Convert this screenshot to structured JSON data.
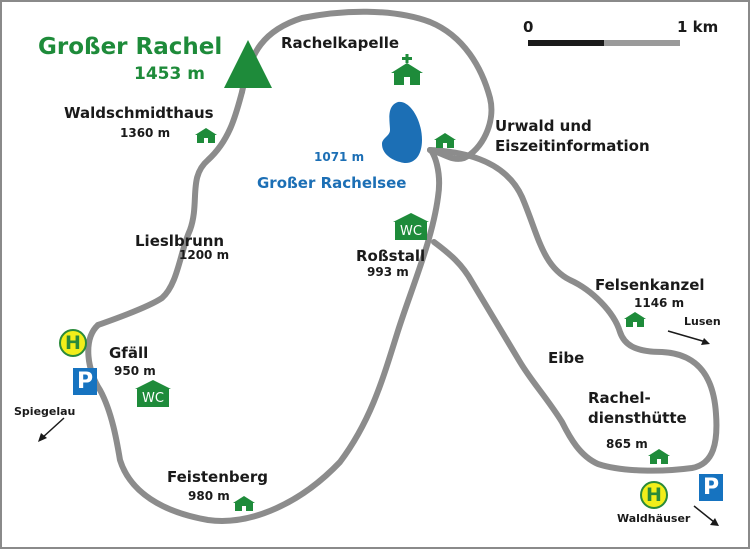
{
  "peak": {
    "name": "Großer Rachel",
    "elevation": "1453 m"
  },
  "scale": {
    "start": "0",
    "end": "1 km"
  },
  "places": {
    "rachelkapelle": {
      "name": "Rachelkapelle"
    },
    "waldschmidthaus": {
      "name": "Waldschmidthaus",
      "elevation": "1360 m"
    },
    "lake": {
      "name": "Großer Rachelsee",
      "elevation": "1071 m"
    },
    "urwald": {
      "line1": "Urwald und",
      "line2": "Eiszeitinformation"
    },
    "lieslbrunn": {
      "name": "Lieslbrunn",
      "elevation": "1200 m"
    },
    "rossstall": {
      "name": "Roßstall",
      "elevation": "993 m"
    },
    "felsenkanzel": {
      "name": "Felsenkanzel",
      "elevation": "1146 m"
    },
    "gfaell": {
      "name": "Gfäll",
      "elevation": "950 m"
    },
    "eibe": {
      "name": "Eibe"
    },
    "racheldiensthuette": {
      "line1": "Rachel-",
      "line2": "diensthütte",
      "elevation": "865 m"
    },
    "feistenberg": {
      "name": "Feistenberg",
      "elevation": "980 m"
    }
  },
  "directions": {
    "lusen": "Lusen",
    "spiegelau": "Spiegelau",
    "waldhaeuser": "Waldhäuser"
  },
  "symbols": {
    "bus_stop": "H",
    "parking": "P",
    "toilet": "WC"
  },
  "colors": {
    "trail": "#8c8c8c",
    "green": "#1e8b3a",
    "lake": "#1c6fb5",
    "bus_stop": "#f2ee1a",
    "parking": "#1673c0"
  },
  "icons": [
    "mountain-peak-icon",
    "chapel-icon",
    "hut-icon",
    "toilet-icon",
    "bus-stop-icon",
    "parking-icon",
    "direction-arrow-icon",
    "lake-icon"
  ]
}
